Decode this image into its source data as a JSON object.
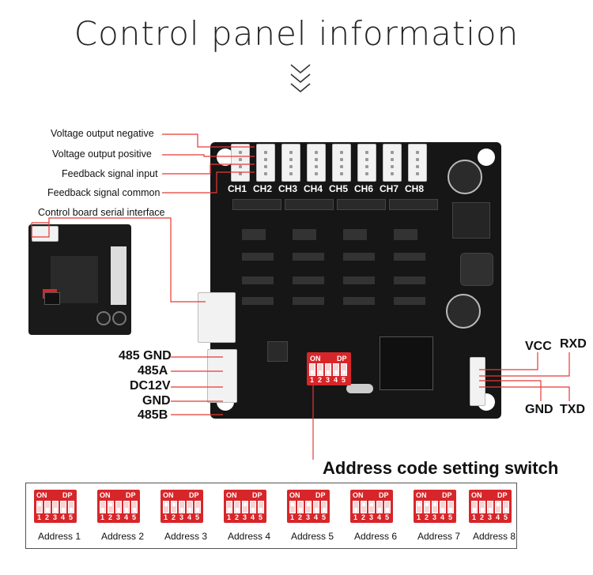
{
  "title": "Control panel information",
  "board_labels": {
    "channels": [
      "CH1",
      "CH2",
      "CH3",
      "CH4",
      "CH5",
      "CH6",
      "CH7",
      "CH8"
    ]
  },
  "left_labels": {
    "voltage_negative": "Voltage output negative",
    "voltage_positive": "Voltage output positive",
    "feedback_input": "Feedback signal input",
    "feedback_common": "Feedback signal common",
    "serial_interface": "Control board serial interface"
  },
  "power_labels": {
    "gnd485": "485 GND",
    "a485": "485A",
    "dc12v": "DC12V",
    "gnd": "GND",
    "b485": "485B"
  },
  "uart_labels": {
    "vcc": "VCC",
    "rxd": "RXD",
    "gnd": "GND",
    "txd": "TXD"
  },
  "dip_switch": {
    "on": "ON",
    "dp": "DP",
    "numbers": [
      "1",
      "2",
      "3",
      "4",
      "5"
    ]
  },
  "address_section": {
    "title": "Address code setting switch",
    "addresses": [
      {
        "label": "Address 1",
        "on": [
          1,
          0,
          0,
          0,
          0
        ]
      },
      {
        "label": "Address 2",
        "on": [
          0,
          1,
          0,
          0,
          0
        ]
      },
      {
        "label": "Address 3",
        "on": [
          1,
          1,
          0,
          0,
          0
        ]
      },
      {
        "label": "Address 4",
        "on": [
          0,
          0,
          1,
          0,
          0
        ]
      },
      {
        "label": "Address 5",
        "on": [
          1,
          0,
          1,
          0,
          0
        ]
      },
      {
        "label": "Address 6",
        "on": [
          0,
          1,
          1,
          0,
          0
        ]
      },
      {
        "label": "Address 7",
        "on": [
          1,
          1,
          1,
          0,
          0
        ]
      },
      {
        "label": "Address 8",
        "on": [
          0,
          0,
          0,
          1,
          0
        ]
      }
    ]
  },
  "colors": {
    "accent_line": "#e53935",
    "dip_red": "#d7262a",
    "board": "#161616"
  }
}
